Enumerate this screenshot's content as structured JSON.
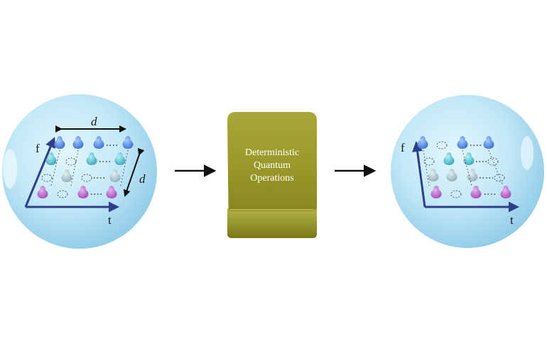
{
  "left_sphere": {
    "axis_f": "f",
    "axis_t": "t",
    "dim_horizontal": "d",
    "dim_vertical": "d"
  },
  "processor": {
    "line1": "Deterministic",
    "line2": "Quantum",
    "line3": "Operations"
  },
  "right_sphere": {
    "axis_f": "f",
    "axis_t": "t"
  },
  "colors": {
    "sphere": "#bfe6f6",
    "box": "#9a9a2e",
    "mode_blue": "#3f7fe0",
    "mode_teal": "#52b7c8",
    "mode_gray": "#a7c2cc",
    "mode_magenta": "#b35fc4",
    "axis": "#2e3f8a"
  }
}
